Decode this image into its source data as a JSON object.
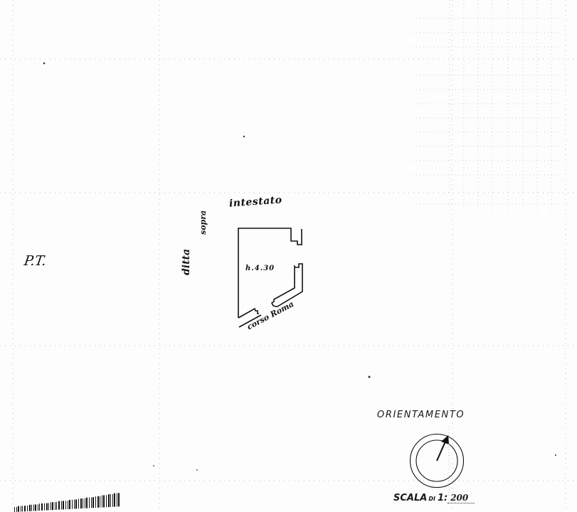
{
  "document": {
    "type": "cadastral floor plan",
    "colors": {
      "ink": "#111111",
      "grid": "#b8b8b8",
      "paper": "#fdfdfd"
    }
  },
  "labels": {
    "floor": "P.T.",
    "north_neighbor": "intestato",
    "west_neighbor_main": "ditta",
    "west_neighbor_sub": "sopra",
    "unit_height": "h.4.30",
    "street": "corso Roma"
  },
  "orientation": {
    "title": "ORIENTAMENTO",
    "icon": "compass-north-arrow"
  },
  "scale": {
    "label": "SCALA",
    "connector": "DI",
    "ratio_prefix": "1:",
    "value": "200"
  },
  "barcode": {
    "icon": "barcode-strip"
  }
}
